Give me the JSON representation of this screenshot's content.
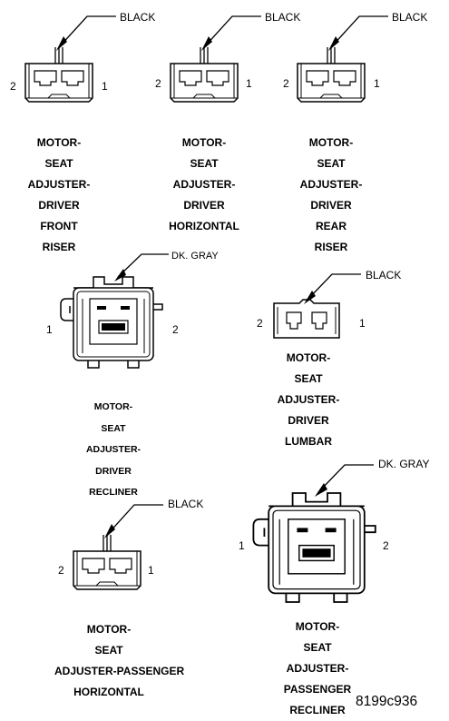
{
  "connectors": [
    {
      "color_label": "BLACK",
      "pin_left": "2",
      "pin_right": "1",
      "title_lines": [
        "MOTOR-",
        "SEAT",
        "ADJUSTER-",
        "DRIVER",
        "FRONT",
        "RISER"
      ]
    },
    {
      "color_label": "BLACK",
      "pin_left": "2",
      "pin_right": "1",
      "title_lines": [
        "MOTOR-",
        "SEAT",
        "ADJUSTER-",
        "DRIVER",
        "HORIZONTAL"
      ]
    },
    {
      "color_label": "BLACK",
      "pin_left": "2",
      "pin_right": "1",
      "title_lines": [
        "MOTOR-",
        "SEAT",
        "ADJUSTER-",
        "DRIVER",
        "REAR",
        "RISER"
      ]
    },
    {
      "color_label": "DK. GRAY",
      "pin_left": "1",
      "pin_right": "2",
      "title_lines": [
        "MOTOR-",
        "SEAT",
        "ADJUSTER-",
        "DRIVER",
        "RECLINER"
      ]
    },
    {
      "color_label": "BLACK",
      "pin_left": "2",
      "pin_right": "1",
      "title_lines": [
        "MOTOR-",
        "SEAT",
        "ADJUSTER-",
        "DRIVER",
        "LUMBAR"
      ]
    },
    {
      "color_label": "BLACK",
      "pin_left": "2",
      "pin_right": "1",
      "title_lines": [
        "MOTOR-",
        "SEAT",
        "ADJUSTER-PASSENGER",
        "HORIZONTAL"
      ]
    },
    {
      "color_label": "DK. GRAY",
      "pin_left": "1",
      "pin_right": "2",
      "title_lines": [
        "MOTOR-",
        "SEAT",
        "ADJUSTER-",
        "PASSENGER",
        "RECLINER"
      ]
    }
  ],
  "figure_code": "8199c936"
}
